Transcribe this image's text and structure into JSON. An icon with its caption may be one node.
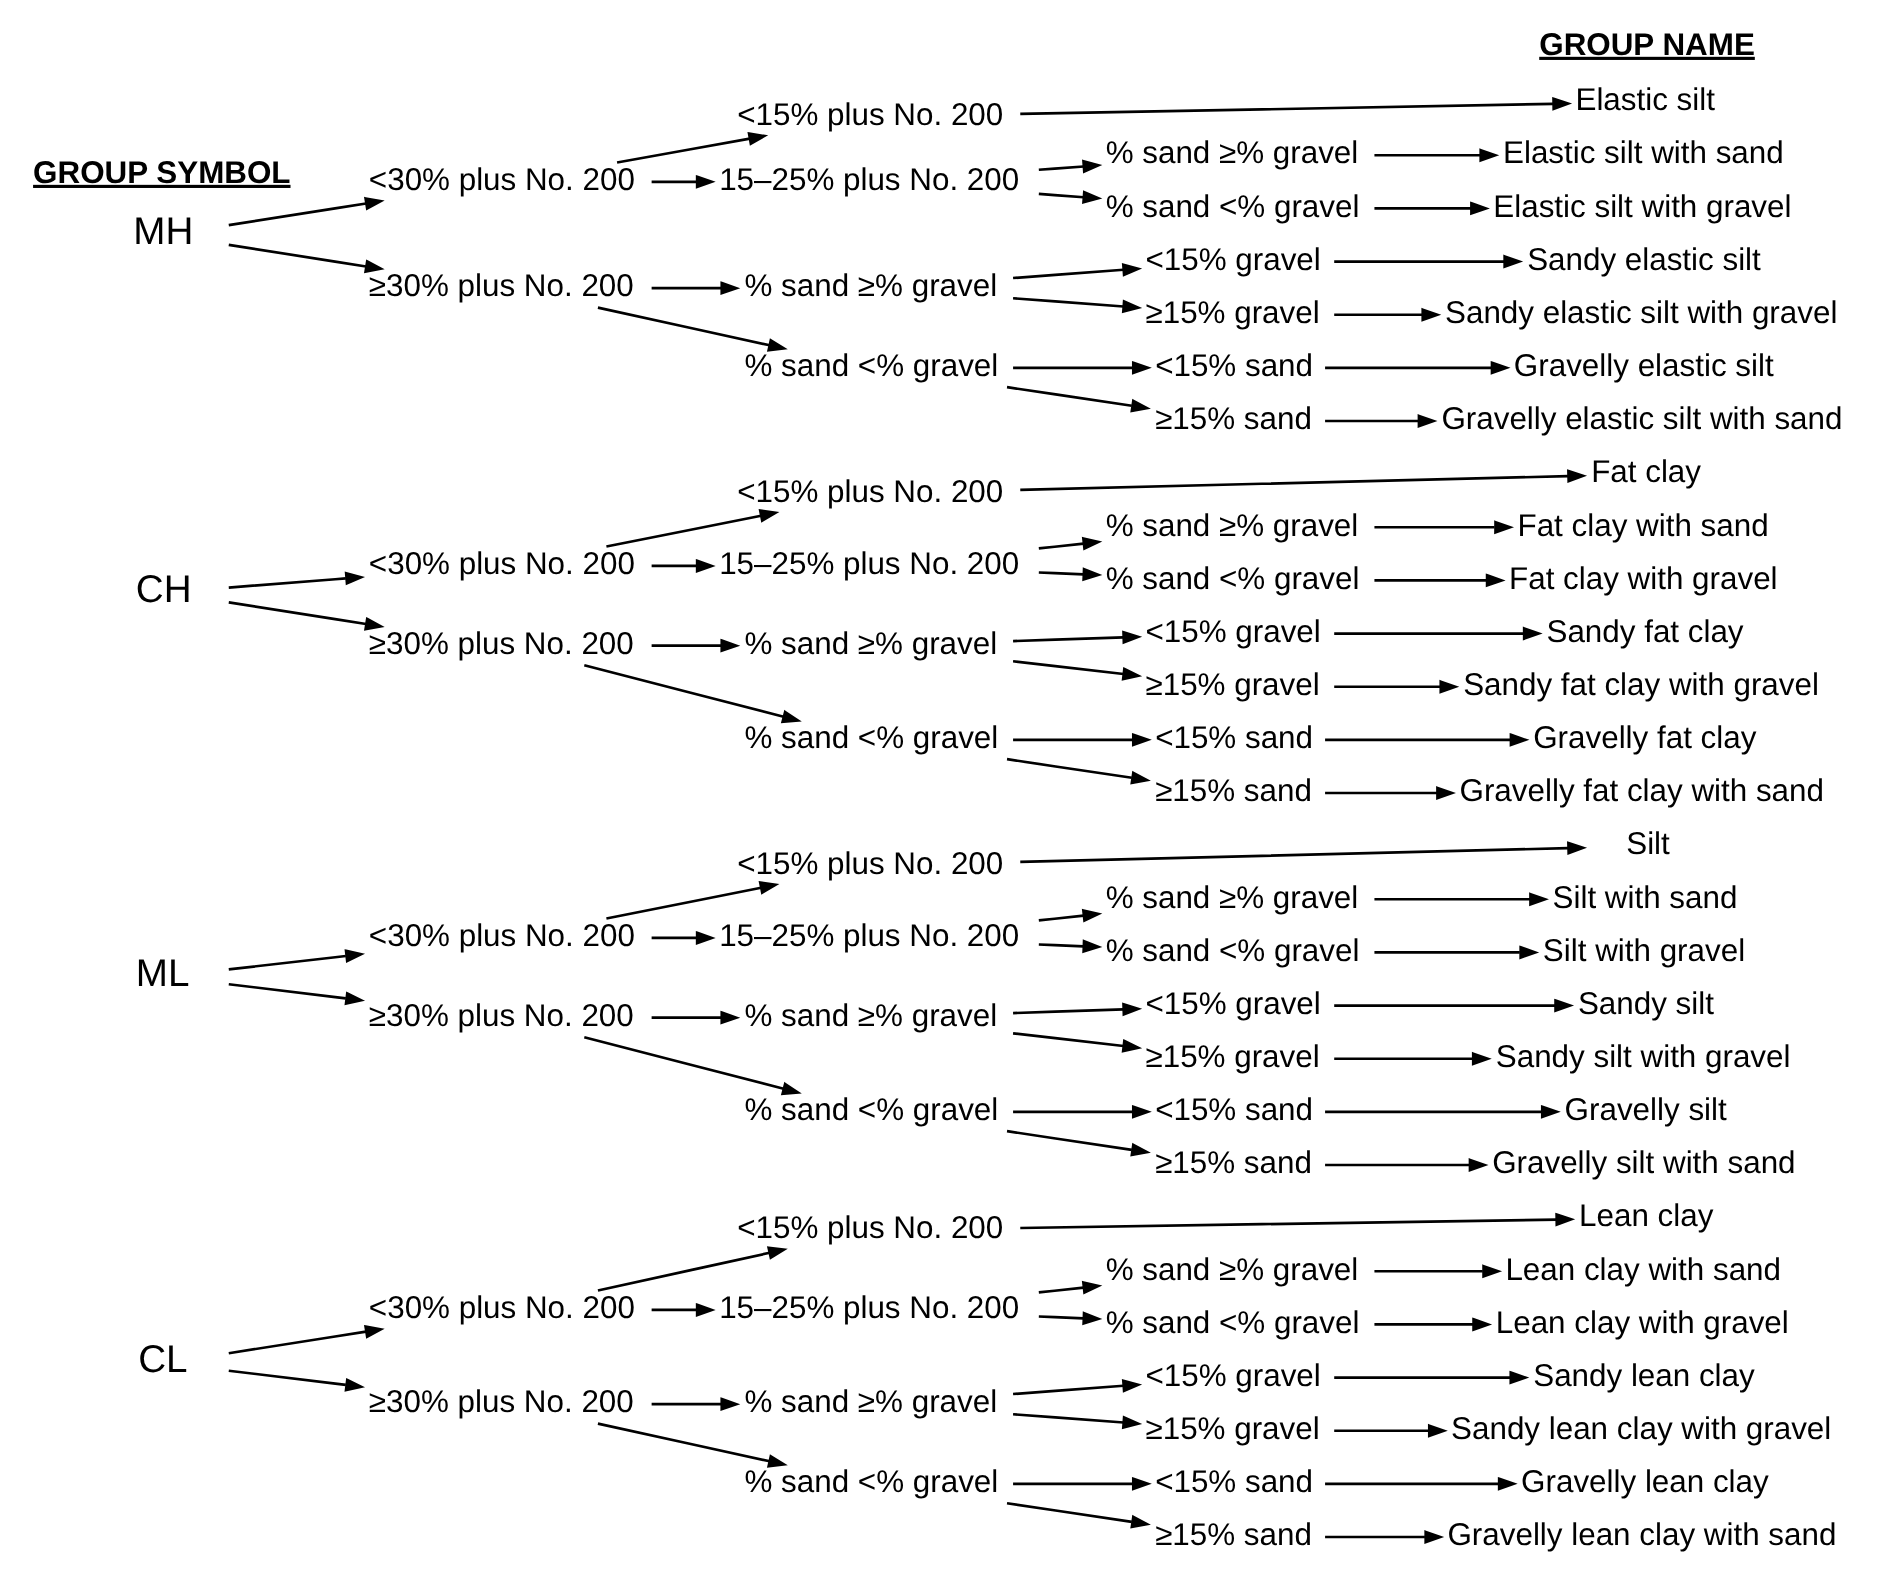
{
  "diagram": {
    "nodes": [
      {
        "text": [
          "CL"
        ]
      },
      {
        "text": [
          "<30% plus No. 200"
        ]
      },
      {
        "text": [
          "<15% plus No. 200"
        ]
      },
      {
        "text": [
          "Lean clay"
        ]
      },
      {
        "text": [
          "15–25% plus No. 200"
        ]
      },
      {
        "text": [
          "% sand ≥% gravel"
        ]
      },
      {
        "text": [
          "Lean clay with sand"
        ]
      },
      {
        "text": [
          "% sand <% gravel"
        ]
      },
      {
        "text": [
          "Lean clay with gravel"
        ]
      },
      {
        "text": [
          "% sand ≥% gravel"
        ]
      },
      {
        "text": [
          "<15% gravel"
        ]
      },
      {
        "text": [
          "Sandy lean clay"
        ]
      },
      {
        "text": [
          "≥30% plus No. 200"
        ]
      },
      {
        "text": [
          "≥15% gravel"
        ]
      },
      {
        "text": [
          "Sandy lean clay with gravel"
        ]
      },
      {
        "text": [
          "% sand <% gravel"
        ]
      },
      {
        "text": [
          "<15% sand"
        ]
      },
      {
        "text": [
          "Gravelly lean clay"
        ]
      },
      {
        "text": [
          "≥15% sand"
        ]
      },
      {
        "text": [
          "Gravelly lean clay with sand"
        ]
      },
      {
        "text": [
          "ML"
        ]
      },
      {
        "text": [
          "<30% plus No. 200"
        ]
      },
      {
        "text": [
          "<15% plus No. 200"
        ]
      },
      {
        "text": [
          "Silt"
        ]
      },
      {
        "text": [
          "15–25% plus No. 200"
        ]
      },
      {
        "text": [
          "% sand ≥% gravel"
        ]
      },
      {
        "text": [
          "Silt with sand"
        ]
      },
      {
        "text": [
          "% sand <% gravel"
        ]
      },
      {
        "text": [
          "Silt with gravel"
        ]
      },
      {
        "text": [
          "% sand ≥% gravel"
        ]
      },
      {
        "text": [
          "<15% gravel"
        ]
      },
      {
        "text": [
          "Sandy silt"
        ]
      },
      {
        "text": [
          "≥30% plus No. 200"
        ]
      },
      {
        "text": [
          "≥15% gravel"
        ]
      },
      {
        "text": [
          "Sandy silt with gravel"
        ]
      },
      {
        "text": [
          "% sand <% gravel"
        ]
      },
      {
        "text": [
          "<15% sand"
        ]
      },
      {
        "text": [
          "Gravelly silt"
        ]
      },
      {
        "text": [
          "≥15% sand"
        ]
      },
      {
        "text": [
          "Gravelly silt with sand"
        ]
      },
      {
        "text": [
          "CH"
        ]
      },
      {
        "text": [
          "<30% plus No. 200"
        ]
      },
      {
        "text": [
          "<15% plus No. 200"
        ]
      },
      {
        "text": [
          "Fat clay"
        ]
      },
      {
        "text": [
          "15–25% plus No. 200"
        ]
      },
      {
        "text": [
          "% sand ≥% gravel"
        ]
      },
      {
        "text": [
          "Fat clay with sand"
        ]
      },
      {
        "text": [
          "% sand <% gravel"
        ]
      },
      {
        "text": [
          "Fat clay with gravel"
        ]
      },
      {
        "text": [
          "% sand ≥% gravel"
        ]
      },
      {
        "text": [
          "<15% gravel"
        ]
      },
      {
        "text": [
          "Sandy fat clay"
        ]
      },
      {
        "text": [
          "≥30% plus No. 200"
        ]
      },
      {
        "text": [
          "≥15% gravel"
        ]
      },
      {
        "text": [
          "Sandy fat clay with gravel"
        ]
      },
      {
        "text": [
          "% sand <% gravel"
        ]
      },
      {
        "text": [
          "<15% sand"
        ]
      },
      {
        "text": [
          "Gravelly fat clay"
        ]
      },
      {
        "text": [
          "≥15% sand"
        ]
      },
      {
        "text": [
          "Gravelly fat clay with sand"
        ]
      },
      {
        "text": [
          "MH"
        ]
      },
      {
        "text": [
          "<30% plus No. 200"
        ]
      },
      {
        "text": [
          "<15% plus No. 200"
        ]
      },
      {
        "text": [
          "Elastic silt"
        ]
      },
      {
        "text": [
          "15–25% plus No. 200"
        ]
      },
      {
        "text": [
          "% sand ≥% gravel"
        ]
      },
      {
        "text": [
          "Elastic silt with sand"
        ]
      },
      {
        "text": [
          "% sand <% gravel"
        ]
      },
      {
        "text": [
          "Elastic silt with gravel"
        ]
      },
      {
        "text": [
          "% sand ≥% gravel"
        ]
      },
      {
        "text": [
          "<15% gravel"
        ]
      },
      {
        "text": [
          "Sandy elastic silt"
        ]
      },
      {
        "text": [
          "≥30% plus No. 200"
        ]
      },
      {
        "text": [
          "≥15% gravel"
        ]
      },
      {
        "text": [
          "Sandy elastic silt with gravel"
        ]
      },
      {
        "text": [
          "% sand <% gravel"
        ]
      },
      {
        "text": [
          "<15% sand"
        ]
      },
      {
        "text": [
          "Gravelly elastic silt"
        ]
      },
      {
        "text": [
          "≥15% sand"
        ]
      },
      {
        "text": [
          "Gravelly elastic silt with sand"
        ]
      }
    ],
    "edges": [
      {
        "from": 0,
        "to": 1,
        "arrow": "to"
      },
      {
        "from": 0,
        "to": 12,
        "arrow": "to"
      },
      {
        "from": 1,
        "to": 2,
        "arrow": "to"
      },
      {
        "from": 1,
        "to": 4,
        "arrow": "to"
      },
      {
        "from": 2,
        "to": 3,
        "arrow": "to"
      },
      {
        "from": 4,
        "to": 5,
        "arrow": "to"
      },
      {
        "from": 4,
        "to": 7,
        "arrow": "to"
      },
      {
        "from": 5,
        "to": 6,
        "arrow": "to"
      },
      {
        "from": 7,
        "to": 8,
        "arrow": "to"
      },
      {
        "from": 12,
        "to": 9,
        "arrow": "to"
      },
      {
        "from": 12,
        "to": 15,
        "arrow": "to"
      },
      {
        "from": 9,
        "to": 10,
        "arrow": "to"
      },
      {
        "from": 9,
        "to": 13,
        "arrow": "to"
      },
      {
        "from": 10,
        "to": 11,
        "arrow": "to"
      },
      {
        "from": 13,
        "to": 14,
        "arrow": "to"
      },
      {
        "from": 15,
        "to": 16,
        "arrow": "to"
      },
      {
        "from": 15,
        "to": 18,
        "arrow": "to"
      },
      {
        "from": 16,
        "to": 17,
        "arrow": "to"
      },
      {
        "from": 18,
        "to": 19,
        "arrow": "to"
      },
      {
        "from": 20,
        "to": 21,
        "arrow": "to"
      },
      {
        "from": 20,
        "to": 32,
        "arrow": "to"
      },
      {
        "from": 21,
        "to": 22,
        "arrow": "to"
      },
      {
        "from": 21,
        "to": 24,
        "arrow": "to"
      },
      {
        "from": 22,
        "to": 23,
        "arrow": "to"
      },
      {
        "from": 24,
        "to": 25,
        "arrow": "to"
      },
      {
        "from": 24,
        "to": 27,
        "arrow": "to"
      },
      {
        "from": 25,
        "to": 26,
        "arrow": "to"
      },
      {
        "from": 27,
        "to": 28,
        "arrow": "to"
      },
      {
        "from": 32,
        "to": 29,
        "arrow": "to"
      },
      {
        "from": 32,
        "to": 35,
        "arrow": "to"
      },
      {
        "from": 29,
        "to": 30,
        "arrow": "to"
      },
      {
        "from": 29,
        "to": 33,
        "arrow": "to"
      },
      {
        "from": 30,
        "to": 31,
        "arrow": "to"
      },
      {
        "from": 33,
        "to": 34,
        "arrow": "to"
      },
      {
        "from": 35,
        "to": 36,
        "arrow": "to"
      },
      {
        "from": 35,
        "to": 38,
        "arrow": "to"
      },
      {
        "from": 36,
        "to": 37,
        "arrow": "to"
      },
      {
        "from": 38,
        "to": 39,
        "arrow": "to"
      },
      {
        "from": 40,
        "to": 41,
        "arrow": "to"
      },
      {
        "from": 40,
        "to": 52,
        "arrow": "to"
      },
      {
        "from": 41,
        "to": 42,
        "arrow": "to"
      },
      {
        "from": 41,
        "to": 44,
        "arrow": "to"
      },
      {
        "from": 42,
        "to": 43,
        "arrow": "to"
      },
      {
        "from": 44,
        "to": 45,
        "arrow": "to"
      },
      {
        "from": 44,
        "to": 47,
        "arrow": "to"
      },
      {
        "from": 45,
        "to": 46,
        "arrow": "to"
      },
      {
        "from": 47,
        "to": 48,
        "arrow": "to"
      },
      {
        "from": 52,
        "to": 49,
        "arrow": "to"
      },
      {
        "from": 52,
        "to": 55,
        "arrow": "to"
      },
      {
        "from": 49,
        "to": 50,
        "arrow": "to"
      },
      {
        "from": 49,
        "to": 53,
        "arrow": "to"
      },
      {
        "from": 50,
        "to": 51,
        "arrow": "to"
      },
      {
        "from": 53,
        "to": 54,
        "arrow": "to"
      },
      {
        "from": 55,
        "to": 56,
        "arrow": "to"
      },
      {
        "from": 55,
        "to": 58,
        "arrow": "to"
      },
      {
        "from": 56,
        "to": 57,
        "arrow": "to"
      },
      {
        "from": 58,
        "to": 59,
        "arrow": "to"
      },
      {
        "from": 60,
        "to": 61,
        "arrow": "to"
      },
      {
        "from": 60,
        "to": 72,
        "arrow": "to"
      },
      {
        "from": 61,
        "to": 62,
        "arrow": "to"
      },
      {
        "from": 61,
        "to": 64,
        "arrow": "to"
      },
      {
        "from": 62,
        "to": 63,
        "arrow": "to"
      },
      {
        "from": 64,
        "to": 65,
        "arrow": "to"
      },
      {
        "from": 64,
        "to": 67,
        "arrow": "to"
      },
      {
        "from": 65,
        "to": 66,
        "arrow": "to"
      },
      {
        "from": 67,
        "to": 68,
        "arrow": "to"
      },
      {
        "from": 72,
        "to": 69,
        "arrow": "to"
      },
      {
        "from": 72,
        "to": 75,
        "arrow": "to"
      },
      {
        "from": 69,
        "to": 70,
        "arrow": "to"
      },
      {
        "from": 69,
        "to": 73,
        "arrow": "to"
      },
      {
        "from": 70,
        "to": 71,
        "arrow": "to"
      },
      {
        "from": 73,
        "to": 74,
        "arrow": "to"
      },
      {
        "from": 75,
        "to": 76,
        "arrow": "to"
      },
      {
        "from": 75,
        "to": 78,
        "arrow": "to"
      },
      {
        "from": 76,
        "to": 77,
        "arrow": "to"
      },
      {
        "from": 78,
        "to": 79,
        "arrow": "to"
      }
    ],
    "labels": [
      "GROUP SYMBOL",
      "GROUP NAME"
    ]
  }
}
